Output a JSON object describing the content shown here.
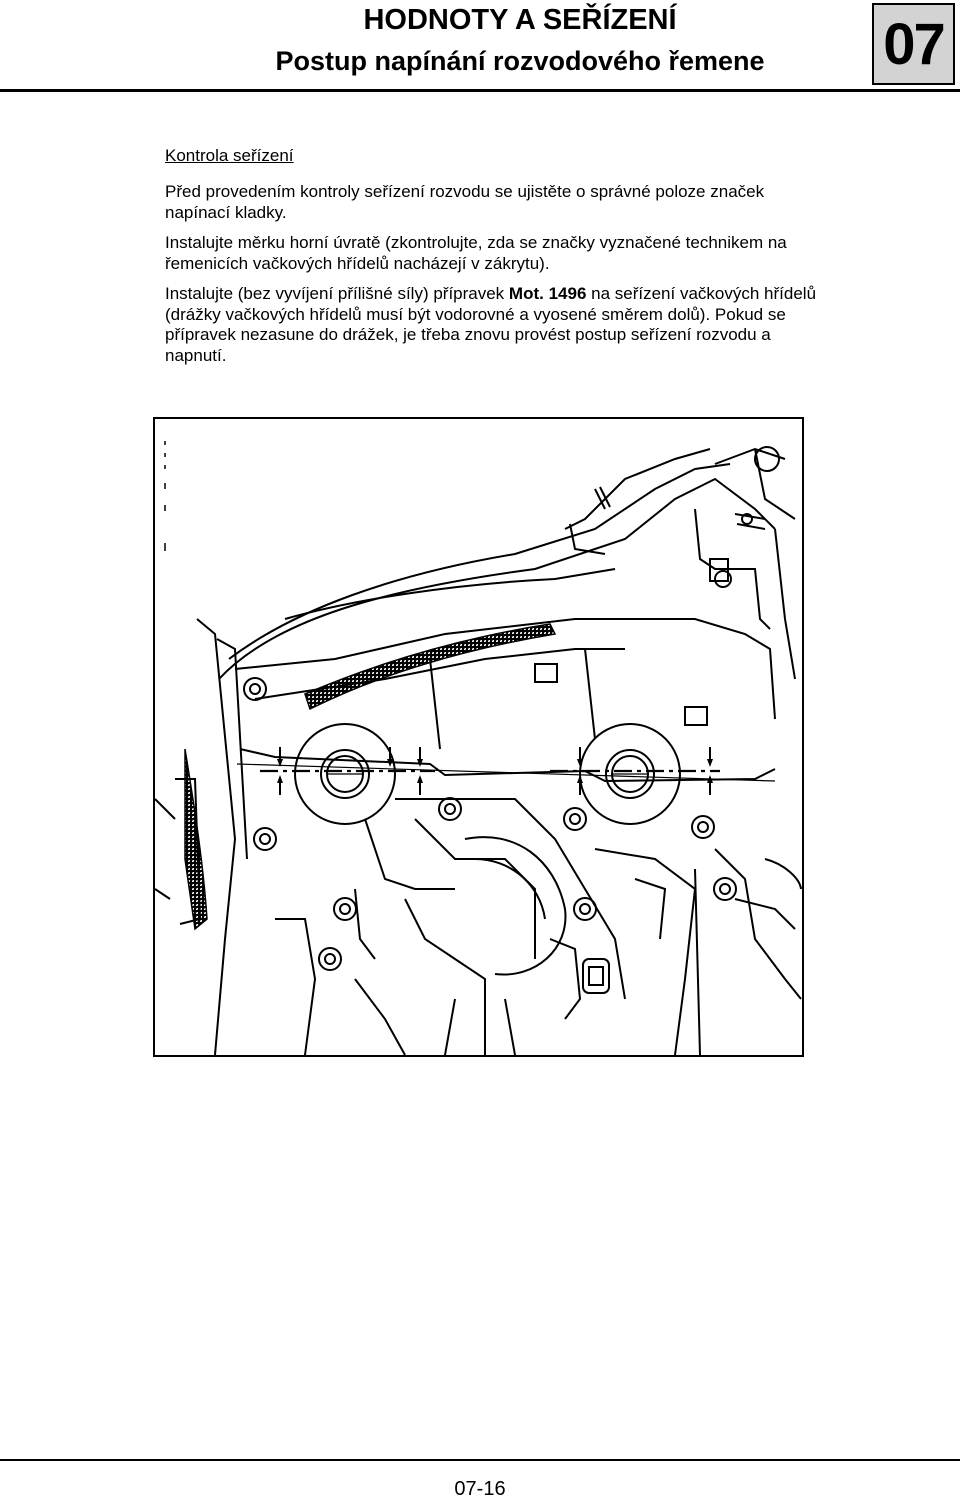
{
  "header": {
    "title": "HODNOTY A SEŘÍZENÍ",
    "subtitle": "Postup napínání rozvodového řemene",
    "chapter": "07"
  },
  "content": {
    "heading": "Kontrola seřízení",
    "p1": "Před provedením kontroly seřízení rozvodu se ujistěte o správné poloze značek napínací kladky.",
    "p2": "Instalujte měrku horní úvratě (zkontrolujte, zda se značky vyznačené technikem na řemenicích vačkových hřídelů nacházejí v zákrytu).",
    "p3_before": "Instalujte (bez vyvíjení přílišné síly) přípravek ",
    "p3_bold": "Mot. 1496",
    "p3_after": " na seřízení vačkových hřídelů (drážky vačkových hřídelů musí být vodorovné a vyosené směrem dolů). Pokud se přípravek nezasune do drážek, je třeba znovu provést postup seřízení rozvodu a napnutí."
  },
  "footer": {
    "page_number": "07-16"
  }
}
